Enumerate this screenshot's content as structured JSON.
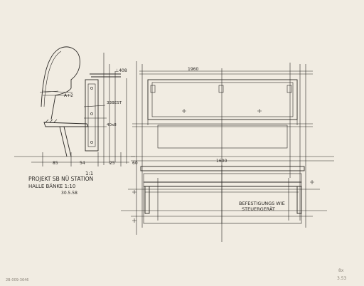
{
  "colors": {
    "paper": "#f1ece2",
    "ink": "#2b2825",
    "pencil": "#8a8378"
  },
  "annotations": {
    "title_line1": "PROJEKT SB NÜ STATION",
    "title_line2": "HALLE BÄNKE 1:10",
    "title_line3": "30.5.58",
    "detail_scale": "1:1",
    "detail_a": "A+2",
    "dim_top": "1960",
    "dim_top_left": "⊥408",
    "dim_mid": "33BEST",
    "dim_lower": "40x8",
    "dim_bottom_a": "85",
    "dim_bottom_b": "54",
    "dim_bottom_c": "25",
    "dim_bottom_d": "60",
    "dim_center": "1600",
    "note_line1": "BEFESTIGUNGS WIE",
    "note_line2": "STEUERGERÄT",
    "corner_number": "2B-009-3646",
    "corner_ref_top": "8x",
    "corner_ref_bottom": "3.53"
  }
}
